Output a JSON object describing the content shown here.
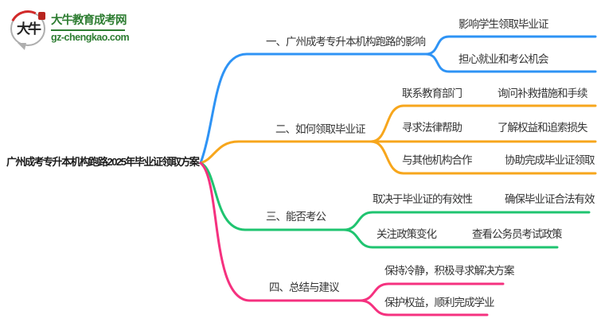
{
  "logo": {
    "icon_text": "大牛",
    "site_name": "大牛教育成考网",
    "site_url": "gz-chengkao.com",
    "brand_green": "#2e7d32",
    "seal_red": "#b8241f"
  },
  "mindmap": {
    "root": {
      "label": "广州成考专升本机构跑路2025年毕业证领取方案"
    },
    "branches": [
      {
        "label": "一、广州成考专升本机构跑路的影响",
        "color": "#2e93f5",
        "children": [
          {
            "label": "影响学生领取毕业证"
          },
          {
            "label": "担心就业和考公机会"
          }
        ]
      },
      {
        "label": "二、如何领取毕业证",
        "color": "#f7a61c",
        "children": [
          {
            "label": "联系教育部门",
            "detail": "询问补救措施和手续"
          },
          {
            "label": "寻求法律帮助",
            "detail": "了解权益和追索损失"
          },
          {
            "label": "与其他机构合作",
            "detail": "协助完成毕业证领取"
          }
        ]
      },
      {
        "label": "三、能否考公",
        "color": "#1fc470",
        "children": [
          {
            "label": "取决于毕业证的有效性",
            "detail": "确保毕业证合法有效"
          },
          {
            "label": "关注政策变化",
            "detail": "查看公务员考试政策"
          }
        ]
      },
      {
        "label": "四、总结与建议",
        "color": "#f5317f",
        "children": [
          {
            "label": "保持冷静，积极寻求解决方案"
          },
          {
            "label": "保护权益，顺利完成学业"
          }
        ]
      }
    ]
  }
}
